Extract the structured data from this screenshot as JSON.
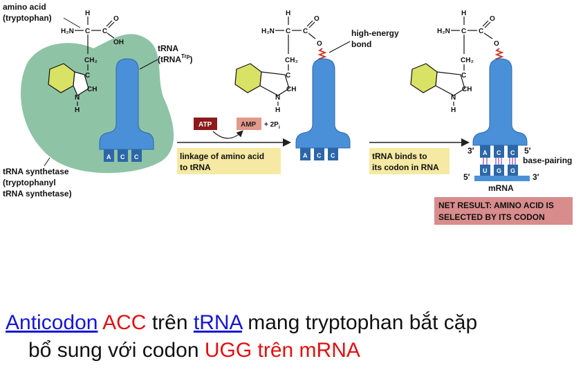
{
  "labels": {
    "amino_acid": "amino acid",
    "tryptophan": "(tryptophan)",
    "trna": "tRNA",
    "trna_trp_prefix": "(tRNA",
    "trna_trp_sup": "Trp",
    "trna_trp_suffix": ")",
    "high_energy": "high-energy",
    "bond": "bond",
    "synthetase_1": "tRNA synthetase",
    "synthetase_2": "(tryptophanyl",
    "synthetase_3": "tRNA synthetase)",
    "base_pairing": "base-pairing",
    "mrna": "mRNA",
    "atp": "ATP",
    "amp": "AMP",
    "plus_2pi": "+ 2P",
    "pi_sub": "i",
    "step1_line1": "linkage of amino acid",
    "step1_line2": "to tRNA",
    "step2_line1": "tRNA binds to",
    "step2_line2": "its codon in RNA",
    "net_line1": "NET RESULT: AMINO ACID IS",
    "net_line2": "SELECTED BY ITS CODON",
    "prime_3": "3′",
    "prime_5": "5′"
  },
  "chem": {
    "h": "H",
    "h2n": "H₂N",
    "c": "C",
    "o": "O",
    "oh": "OH",
    "ch2": "CH₂",
    "n": "N",
    "ch": "CH",
    "bond_h": "—",
    "bond_v": "|",
    "double_bond": "//"
  },
  "anticodon": [
    "A",
    "C",
    "C"
  ],
  "codon": [
    "U",
    "G",
    "G"
  ],
  "caption": {
    "anticodon": "Anticodon",
    "acc": "ACC",
    "tren1": "trên",
    "trna": "tRNA",
    "rest1": "mang tryptophan bắt cặp",
    "line2_start": "bổ sung với codon",
    "ugg_tren_mrna": "UGG trên mRNA"
  },
  "colors": {
    "trna_blue": "#4a90d9",
    "trna_dark": "#2b67a8",
    "enzyme_green": "#8fc3a6",
    "ring_yellow": "#d8e264",
    "atp_red": "#8b1a1a",
    "amp_salmon": "#e2998a",
    "step_box": "#f5e9a3",
    "net_box": "#d98c8c",
    "bond_red": "#c0392b",
    "link_blue": "#1515d6",
    "highlight_red": "#e01010"
  }
}
